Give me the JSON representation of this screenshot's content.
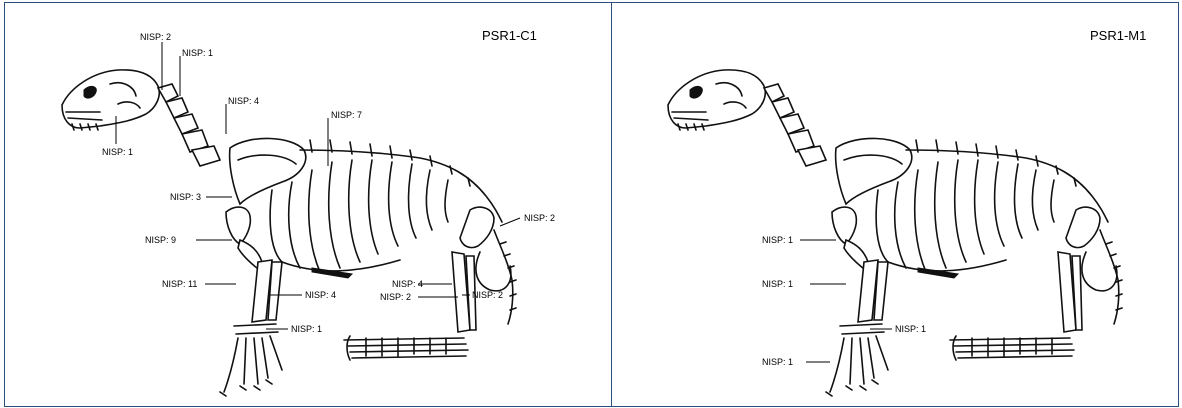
{
  "panels": [
    {
      "title": "PSR1-C1",
      "labels": [
        "NISP: 2",
        "NISP: 1",
        "NISP: 4",
        "NISP: 7",
        "NISP: 1",
        "NISP: 3",
        "NISP: 9",
        "NISP: 11",
        "NISP: 4",
        "NISP: 1",
        "NISP: 4",
        "NISP: 2",
        "NISP: 2",
        "NISP: 2"
      ]
    },
    {
      "title": "PSR1-M1",
      "labels": [
        "NISP: 1",
        "NISP: 1",
        "NISP: 1",
        "NISP: 1"
      ]
    }
  ]
}
